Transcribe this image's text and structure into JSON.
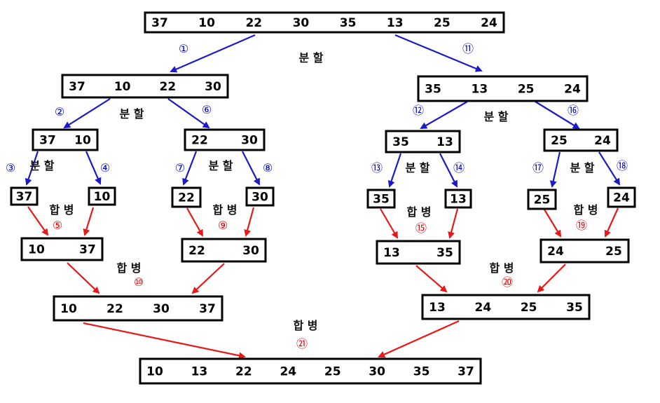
{
  "colors": {
    "split_arrow": "#1a1ac8",
    "merge_arrow": "#e81818",
    "box_border": "#000000",
    "text": "#000000"
  },
  "labels": {
    "split": "분 할",
    "merge": "합 병"
  },
  "arrays": [
    {
      "id": "a0",
      "values": [
        "37",
        "10",
        "22",
        "30",
        "35",
        "13",
        "25",
        "24"
      ]
    },
    {
      "id": "a1",
      "values": [
        "37",
        "10",
        "22",
        "30"
      ]
    },
    {
      "id": "a2",
      "values": [
        "35",
        "13",
        "25",
        "24"
      ]
    },
    {
      "id": "a3",
      "values": [
        "37",
        "10"
      ]
    },
    {
      "id": "a4",
      "values": [
        "22",
        "30"
      ]
    },
    {
      "id": "a5",
      "values": [
        "35",
        "13"
      ]
    },
    {
      "id": "a6",
      "values": [
        "25",
        "24"
      ]
    },
    {
      "id": "a7",
      "values": [
        "37"
      ]
    },
    {
      "id": "a8",
      "values": [
        "10"
      ]
    },
    {
      "id": "a9",
      "values": [
        "22"
      ]
    },
    {
      "id": "a10",
      "values": [
        "30"
      ]
    },
    {
      "id": "a11",
      "values": [
        "35"
      ]
    },
    {
      "id": "a12",
      "values": [
        "13"
      ]
    },
    {
      "id": "a13",
      "values": [
        "25"
      ]
    },
    {
      "id": "a14",
      "values": [
        "24"
      ]
    },
    {
      "id": "a15",
      "values": [
        "10",
        "37"
      ]
    },
    {
      "id": "a16",
      "values": [
        "22",
        "30"
      ]
    },
    {
      "id": "a17",
      "values": [
        "13",
        "35"
      ]
    },
    {
      "id": "a18",
      "values": [
        "24",
        "25"
      ]
    },
    {
      "id": "a19",
      "values": [
        "10",
        "22",
        "30",
        "37"
      ]
    },
    {
      "id": "a20",
      "values": [
        "13",
        "24",
        "25",
        "35"
      ]
    },
    {
      "id": "a21",
      "values": [
        "10",
        "13",
        "22",
        "24",
        "25",
        "30",
        "35",
        "37"
      ]
    }
  ],
  "steps": [
    {
      "id": "s1",
      "text": "①",
      "kind": "split"
    },
    {
      "id": "s2",
      "text": "②",
      "kind": "split"
    },
    {
      "id": "s3",
      "text": "③",
      "kind": "split"
    },
    {
      "id": "s4",
      "text": "④",
      "kind": "split"
    },
    {
      "id": "s5",
      "text": "⑤",
      "kind": "merge"
    },
    {
      "id": "s6",
      "text": "⑥",
      "kind": "split"
    },
    {
      "id": "s7",
      "text": "⑦",
      "kind": "split"
    },
    {
      "id": "s8",
      "text": "⑧",
      "kind": "split"
    },
    {
      "id": "s9",
      "text": "⑨",
      "kind": "merge"
    },
    {
      "id": "s10",
      "text": "⑩",
      "kind": "merge"
    },
    {
      "id": "s11",
      "text": "⑪",
      "kind": "split"
    },
    {
      "id": "s12",
      "text": "⑫",
      "kind": "split"
    },
    {
      "id": "s13",
      "text": "⑬",
      "kind": "split"
    },
    {
      "id": "s14",
      "text": "⑭",
      "kind": "split"
    },
    {
      "id": "s15",
      "text": "⑮",
      "kind": "merge"
    },
    {
      "id": "s16",
      "text": "⑯",
      "kind": "split"
    },
    {
      "id": "s17",
      "text": "⑰",
      "kind": "split"
    },
    {
      "id": "s18",
      "text": "⑱",
      "kind": "split"
    },
    {
      "id": "s19",
      "text": "⑲",
      "kind": "merge"
    },
    {
      "id": "s20",
      "text": "⑳",
      "kind": "merge"
    },
    {
      "id": "s21",
      "text": "㉑",
      "kind": "merge"
    }
  ]
}
